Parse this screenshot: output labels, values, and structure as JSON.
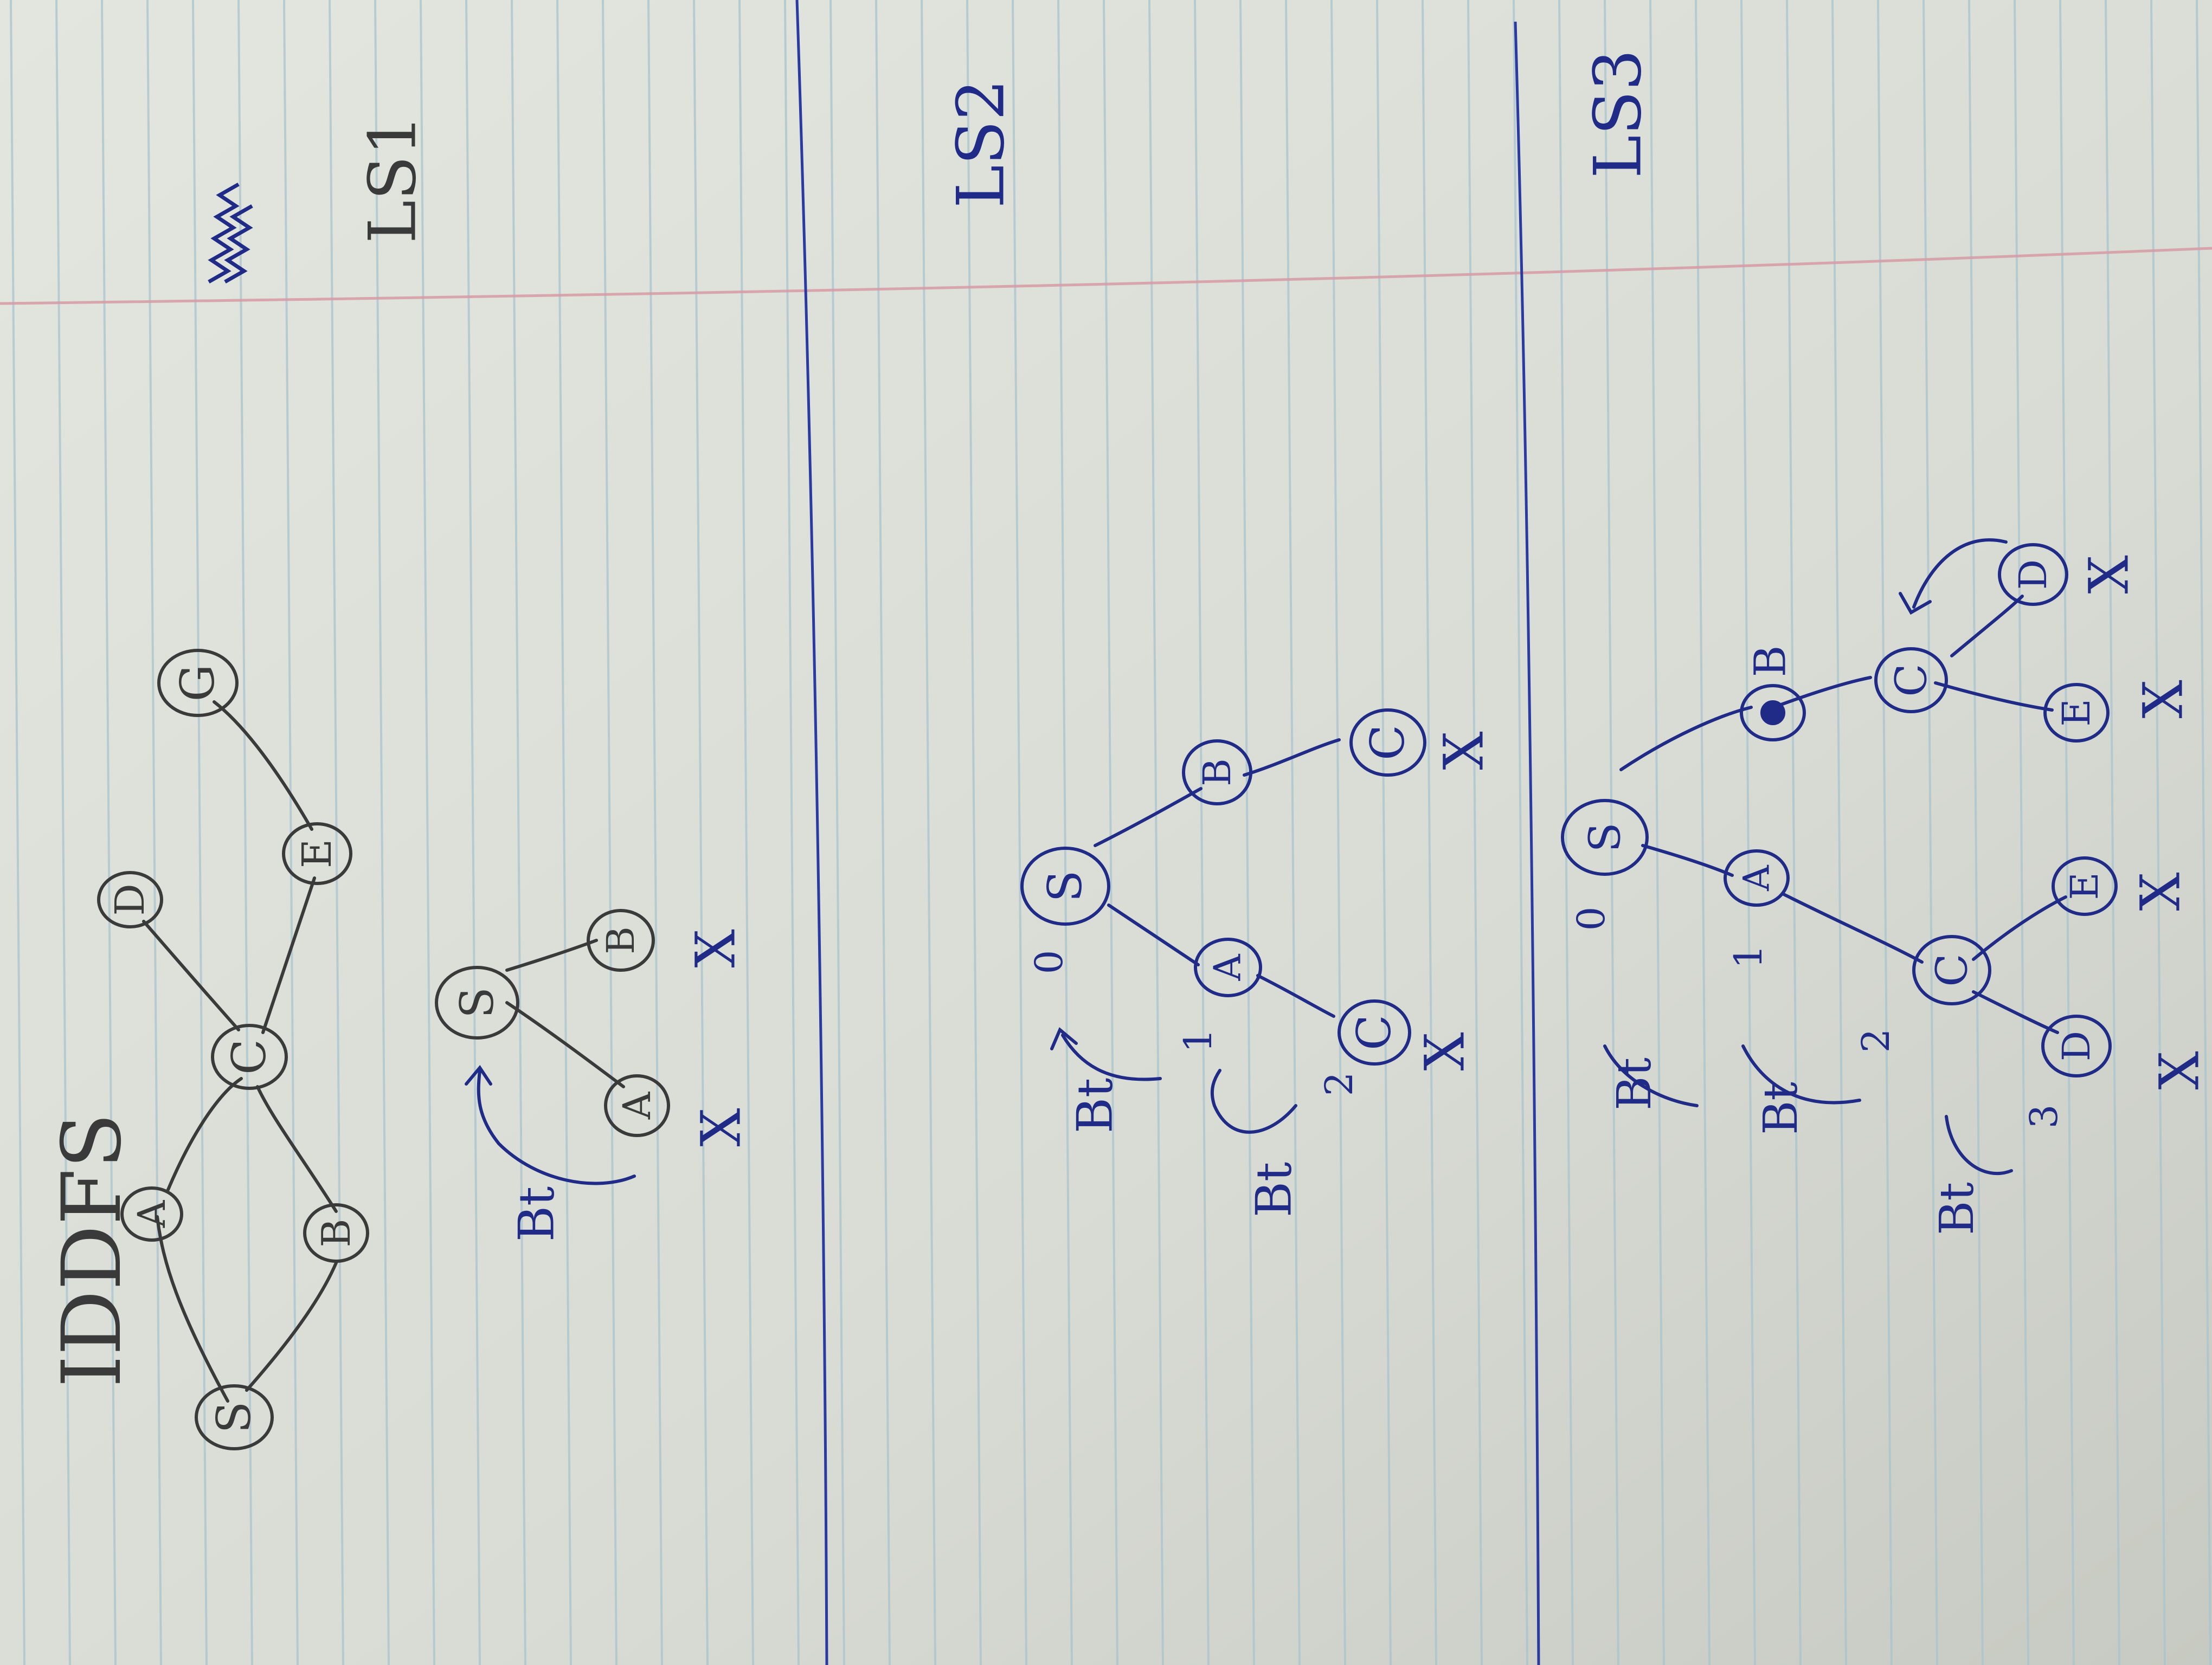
{
  "photo": {
    "paper_color": "#dcdfd8",
    "paper_shade_color": "#c9ccc4",
    "rule_color": "#a9c3cf",
    "margin_color": "#d79aa3",
    "ink_color": "#1f2b86",
    "pencil_color": "#3a3a3a",
    "divider_color": "#2a3aa0"
  },
  "heading": {
    "title": "IDDFS"
  },
  "graph": {
    "nodes": [
      "S",
      "A",
      "B",
      "C",
      "D",
      "E",
      "G"
    ]
  },
  "panels": [
    {
      "label": "LS1",
      "tree_nodes": [
        "S",
        "A",
        "B"
      ],
      "marks": [
        "X",
        "X"
      ],
      "annotations": [
        "Bt"
      ]
    },
    {
      "label": "LS2",
      "tree_nodes": [
        "S",
        "A",
        "B",
        "C",
        "C"
      ],
      "marks": [
        "X",
        "X"
      ],
      "annotations": [
        "0",
        "1",
        "2",
        "Bt",
        "Bt"
      ]
    },
    {
      "label": "LS3",
      "tree_nodes": [
        "S",
        "A",
        "B",
        "C",
        "C",
        "D",
        "E",
        "D",
        "E"
      ],
      "marks": [
        "X",
        "X",
        "X",
        "X"
      ],
      "annotations": [
        "0",
        "1",
        "2",
        "3",
        "Bt",
        "Bt",
        "Bt"
      ]
    }
  ]
}
